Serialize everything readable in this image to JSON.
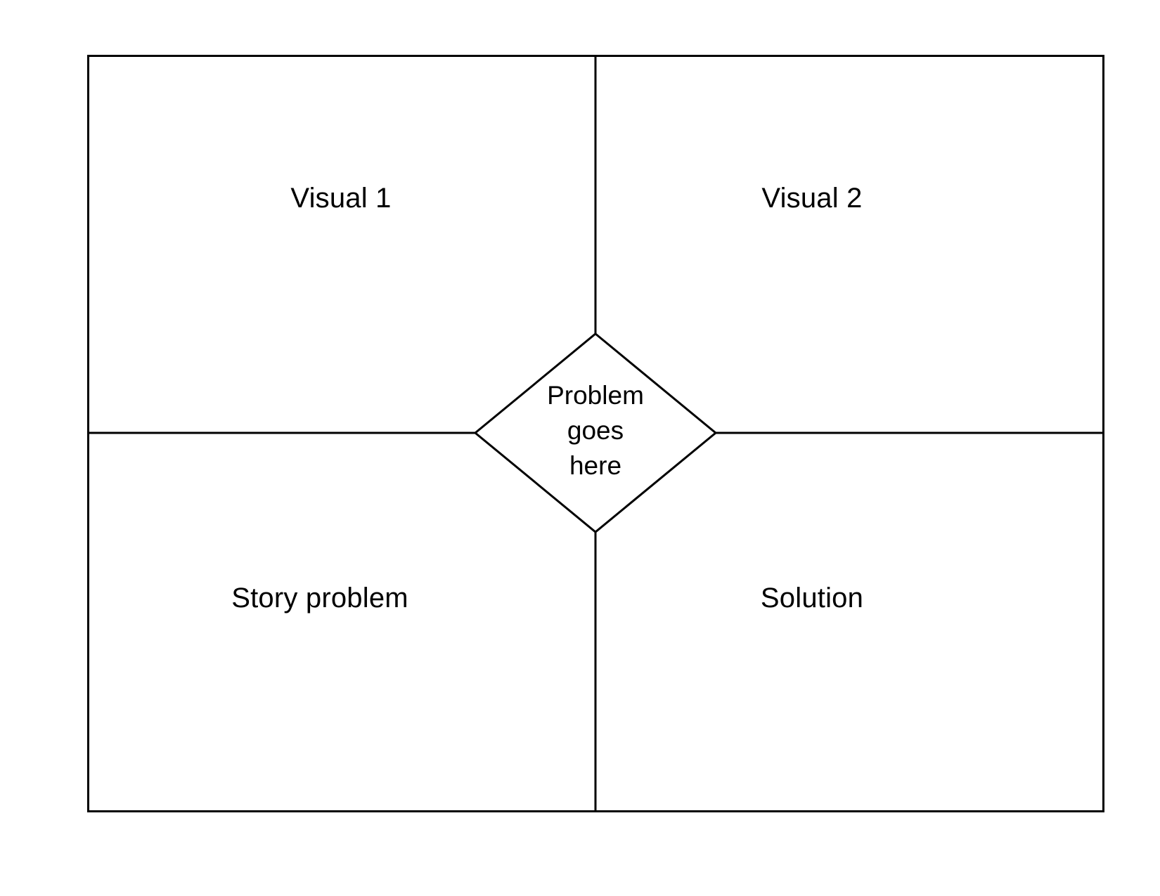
{
  "diagram": {
    "type": "four-quadrant-with-center-diamond",
    "background_color": "#ffffff",
    "stroke_color": "#000000",
    "text_color": "#000000",
    "quadrants": [
      {
        "id": "top-left",
        "label": "Visual 1"
      },
      {
        "id": "top-right",
        "label": "Visual 2"
      },
      {
        "id": "bottom-left",
        "label": "Story problem"
      },
      {
        "id": "bottom-right",
        "label": "Solution"
      }
    ],
    "center": {
      "shape": "diamond",
      "lines": [
        "Problem",
        "goes",
        "here"
      ]
    }
  }
}
